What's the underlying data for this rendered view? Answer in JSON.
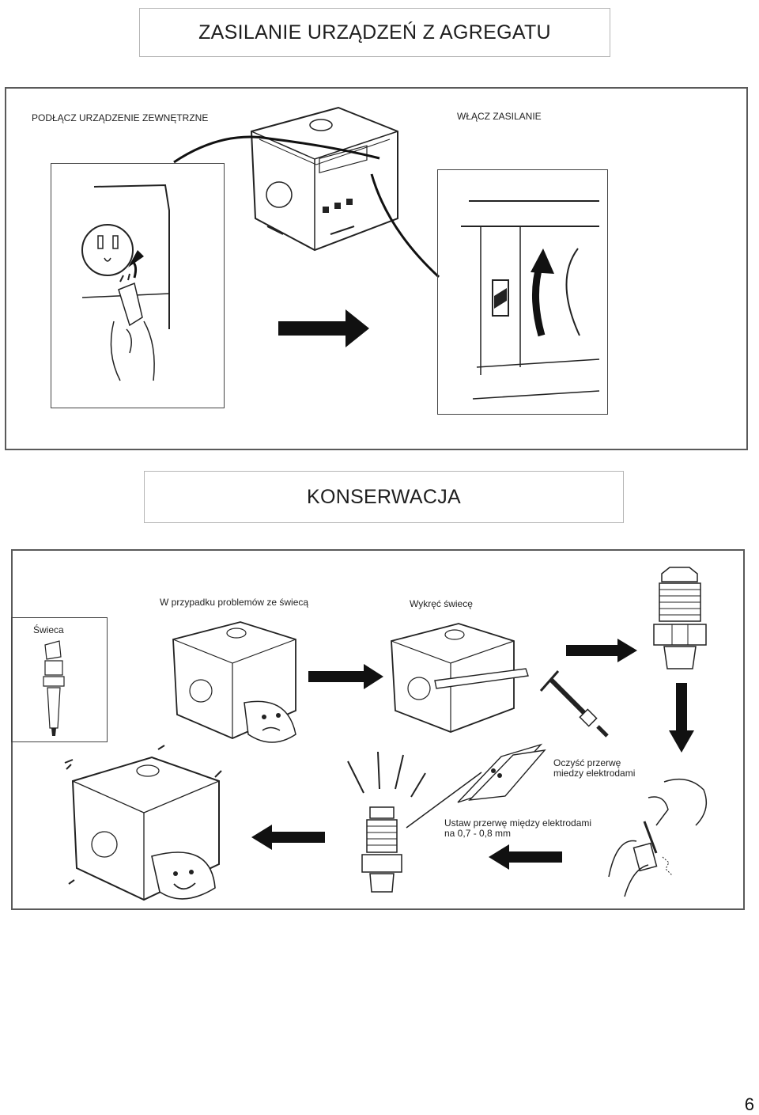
{
  "section1": {
    "title": "ZASILANIE URZĄDZEŃ Z  AGREGATU",
    "label_connect": "PODŁĄCZ URZĄDZENIE ZEWNĘTRZNE",
    "label_power_on": "WŁĄCZ ZASILANIE"
  },
  "section2": {
    "title": "KONSERWACJA",
    "label_spark_plug": "Świeca",
    "label_problem": "W przypadku problemów ze świecą",
    "label_unscrew": "Wykręć świecę",
    "label_clean_line1": "Oczyść przerwę",
    "label_clean_line2": "miedzy  elektrodami",
    "label_gap_line1": "Ustaw przerwę między elektrodami",
    "label_gap_line2": "na 0,7 - 0,8 mm"
  },
  "page_number": "6",
  "icons": [
    "generator-icon",
    "socket-icon",
    "plug-icon",
    "switch-icon",
    "spark-plug-icon",
    "wrench-icon",
    "feeler-gauge-icon",
    "arrow-right-icon",
    "arrow-down-icon",
    "arrow-left-icon"
  ]
}
